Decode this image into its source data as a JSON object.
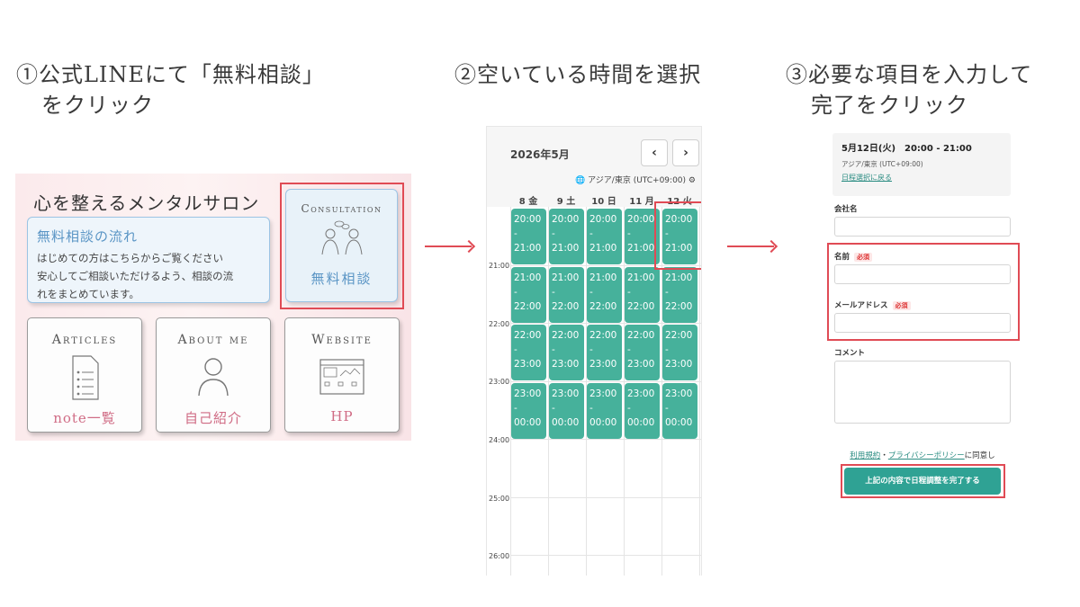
{
  "steps": {
    "step1_line1": "①公式LINEにて「無料相談」",
    "step1_line2": "をクリック",
    "step2_line1": "②空いている時間を選択",
    "step3_line1": "③必要な項目を入力して",
    "step3_line2": "完了をクリック"
  },
  "panel1": {
    "salon_title": "心を整えるメンタルサロン",
    "flow_heading": "無料相談の流れ",
    "flow_text_1": "はじめての方はこちらからご覧ください",
    "flow_text_2": "安心してご相談いただけるよう、相談の流",
    "flow_text_3": "れをまとめています。",
    "consult_heading": "Consultation",
    "consult_label": "無料相談",
    "cards": [
      {
        "heading": "Articles",
        "label": "note一覧",
        "icon": "document-list-icon"
      },
      {
        "heading": "About me",
        "label": "自己紹介",
        "icon": "person-icon"
      },
      {
        "heading": "Website",
        "label": "HP",
        "icon": "browser-window-icon"
      }
    ],
    "highlight_color": "#e04b55"
  },
  "panel2": {
    "month": "2026年5月",
    "prev": "‹",
    "next": "›",
    "timezone": "アジア/東京 (UTC+09:00)",
    "days": [
      "8 金",
      "9 土",
      "10 日",
      "11 月",
      "12 火"
    ],
    "times": [
      "21:00",
      "22:00",
      "23:00",
      "24:00",
      "25:00",
      "26:00"
    ],
    "slots": [
      {
        "start": "20:00 -",
        "end": "21:00"
      },
      {
        "start": "21:00 -",
        "end": "22:00"
      },
      {
        "start": "22:00 -",
        "end": "23:00"
      },
      {
        "start": "23:00 -",
        "end": "00:00"
      }
    ],
    "slot_color": "#46b19b"
  },
  "panel3": {
    "date_line": "5月12日(火)　20:00 - 21:00",
    "timezone": "アジア/東京 (UTC+09:00)",
    "back_link": "日程選択に戻る",
    "company_label": "会社名",
    "name_label": "名前",
    "email_label": "メールアドレス",
    "required_badge": "必須",
    "comment_label": "コメント",
    "terms_link": "利用規約",
    "separator": "・",
    "privacy_link": "プライバシーポリシー",
    "agree_suffix": "に同意し",
    "submit_label": "上記の内容で日程調整を完了する",
    "button_color": "#2fa294"
  }
}
